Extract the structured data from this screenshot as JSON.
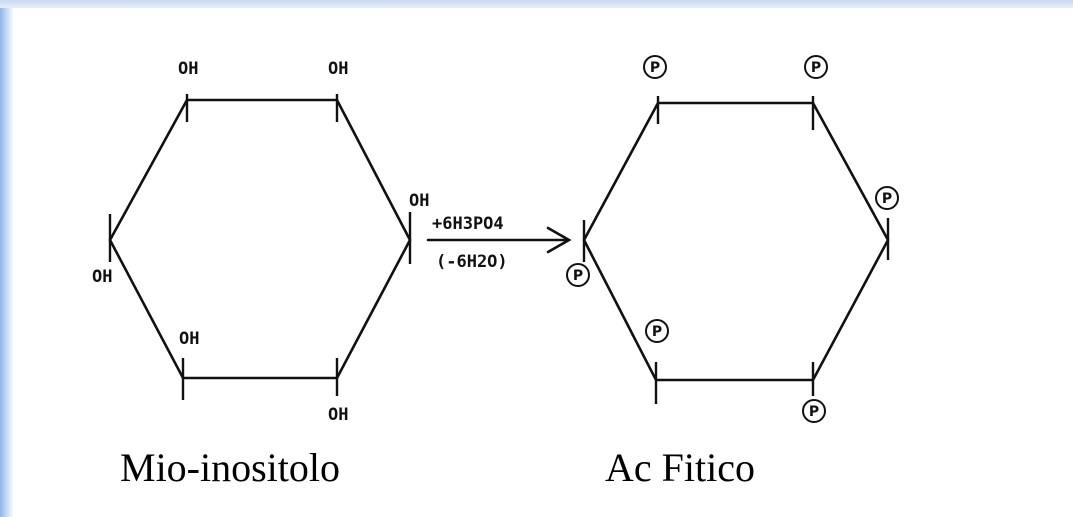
{
  "diagram": {
    "reactant": {
      "name": "Mio-inositolo",
      "substituents": [
        "OH",
        "OH",
        "OH",
        "OH",
        "OH",
        "OH"
      ]
    },
    "reagent": "+6H3PO4",
    "byproduct": "(-6H2O)",
    "product": {
      "name": "Ac Fitico",
      "substituents": [
        "P",
        "P",
        "P",
        "P",
        "P",
        "P"
      ]
    }
  }
}
